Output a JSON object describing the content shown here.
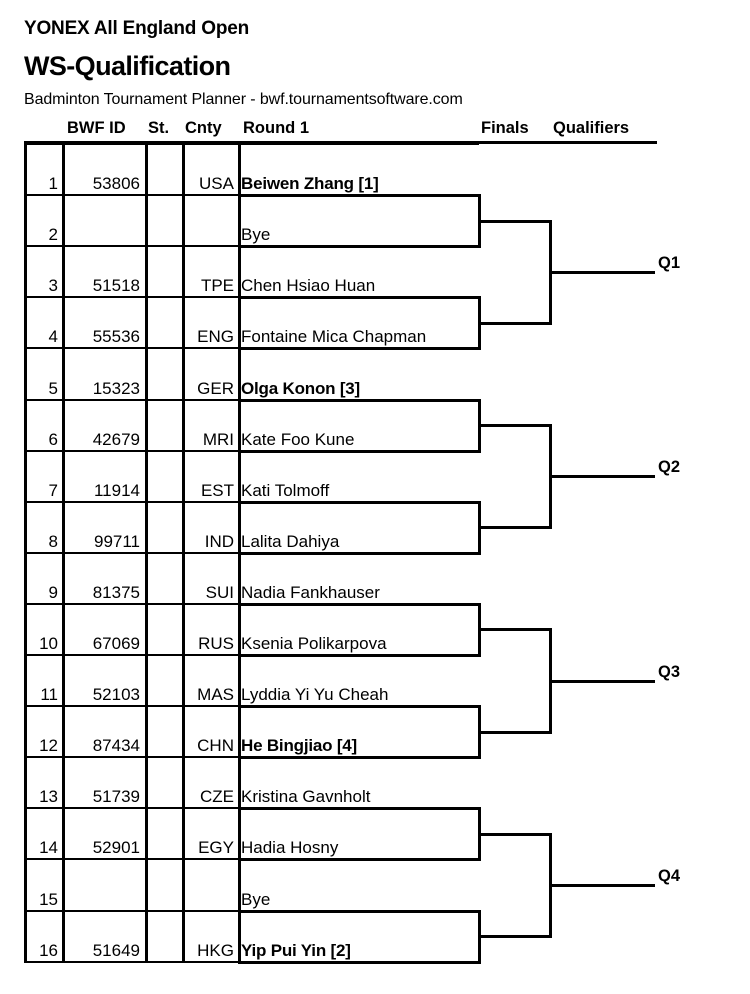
{
  "header": {
    "tournament": "YONEX All England Open",
    "event": "WS-Qualification",
    "software": "Badminton Tournament Planner - bwf.tournamentsoftware.com"
  },
  "columns": {
    "bwf_id": "BWF ID",
    "st": "St.",
    "cnty": "Cnty",
    "round1": "Round 1",
    "finals": "Finals",
    "qualifiers": "Qualifiers"
  },
  "rows": [
    {
      "no": "1",
      "bwf_id": "53806",
      "st": "",
      "cnty": "USA",
      "name": "Beiwen Zhang [1]",
      "seeded": true
    },
    {
      "no": "2",
      "bwf_id": "",
      "st": "",
      "cnty": "",
      "name": "Bye",
      "seeded": false
    },
    {
      "no": "3",
      "bwf_id": "51518",
      "st": "",
      "cnty": "TPE",
      "name": "Chen Hsiao Huan",
      "seeded": false
    },
    {
      "no": "4",
      "bwf_id": "55536",
      "st": "",
      "cnty": "ENG",
      "name": "Fontaine Mica Chapman",
      "seeded": false
    },
    {
      "no": "5",
      "bwf_id": "15323",
      "st": "",
      "cnty": "GER",
      "name": "Olga Konon [3]",
      "seeded": true
    },
    {
      "no": "6",
      "bwf_id": "42679",
      "st": "",
      "cnty": "MRI",
      "name": "Kate Foo Kune",
      "seeded": false
    },
    {
      "no": "7",
      "bwf_id": "11914",
      "st": "",
      "cnty": "EST",
      "name": "Kati Tolmoff",
      "seeded": false
    },
    {
      "no": "8",
      "bwf_id": "99711",
      "st": "",
      "cnty": "IND",
      "name": "Lalita Dahiya",
      "seeded": false
    },
    {
      "no": "9",
      "bwf_id": "81375",
      "st": "",
      "cnty": "SUI",
      "name": "Nadia Fankhauser",
      "seeded": false
    },
    {
      "no": "10",
      "bwf_id": "67069",
      "st": "",
      "cnty": "RUS",
      "name": "Ksenia Polikarpova",
      "seeded": false
    },
    {
      "no": "11",
      "bwf_id": "52103",
      "st": "",
      "cnty": "MAS",
      "name": "Lyddia Yi Yu Cheah",
      "seeded": false
    },
    {
      "no": "12",
      "bwf_id": "87434",
      "st": "",
      "cnty": "CHN",
      "name": "He Bingjiao [4]",
      "seeded": true
    },
    {
      "no": "13",
      "bwf_id": "51739",
      "st": "",
      "cnty": "CZE",
      "name": "Kristina Gavnholt",
      "seeded": false
    },
    {
      "no": "14",
      "bwf_id": "52901",
      "st": "",
      "cnty": "EGY",
      "name": "Hadia Hosny",
      "seeded": false
    },
    {
      "no": "15",
      "bwf_id": "",
      "st": "",
      "cnty": "",
      "name": "Bye",
      "seeded": false
    },
    {
      "no": "16",
      "bwf_id": "51649",
      "st": "",
      "cnty": "HKG",
      "name": "Yip Pui Yin [2]",
      "seeded": true
    }
  ],
  "qualifiers": [
    {
      "label": "Q1"
    },
    {
      "label": "Q2"
    },
    {
      "label": "Q3"
    },
    {
      "label": "Q4"
    }
  ],
  "colors": {
    "line": "#000000",
    "background": "#ffffff",
    "text": "#000000"
  }
}
